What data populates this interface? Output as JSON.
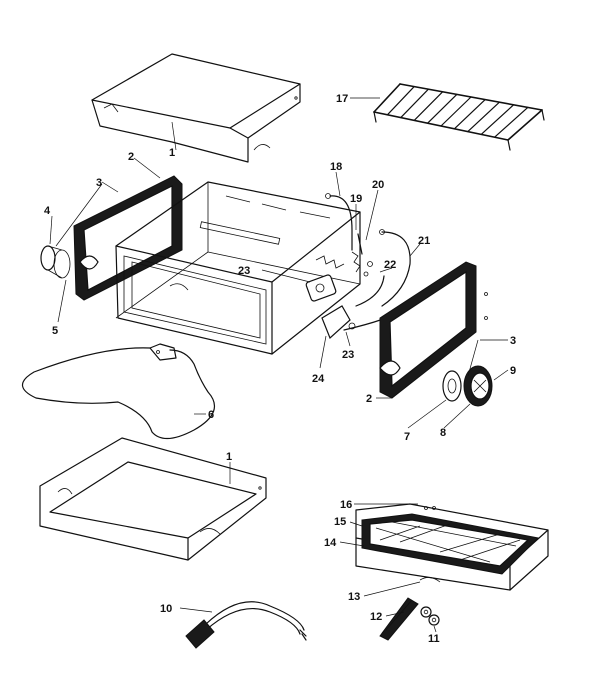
{
  "colors": {
    "ink": "#111111",
    "paper": "#ffffff"
  },
  "callouts": [
    {
      "key": "c1a",
      "text": "1"
    },
    {
      "key": "c17",
      "text": "17"
    },
    {
      "key": "c2a",
      "text": "2"
    },
    {
      "key": "c3a",
      "text": "3"
    },
    {
      "key": "c4",
      "text": "4"
    },
    {
      "key": "c5",
      "text": "5"
    },
    {
      "key": "c18",
      "text": "18"
    },
    {
      "key": "c19",
      "text": "19"
    },
    {
      "key": "c20",
      "text": "20"
    },
    {
      "key": "c21",
      "text": "21"
    },
    {
      "key": "c22",
      "text": "22"
    },
    {
      "key": "c23a",
      "text": "23"
    },
    {
      "key": "c23b",
      "text": "23"
    },
    {
      "key": "c24",
      "text": "24"
    },
    {
      "key": "c3b",
      "text": "3"
    },
    {
      "key": "c9",
      "text": "9"
    },
    {
      "key": "c2b",
      "text": "2"
    },
    {
      "key": "c7",
      "text": "7"
    },
    {
      "key": "c8",
      "text": "8"
    },
    {
      "key": "c6",
      "text": "6"
    },
    {
      "key": "c1b",
      "text": "1"
    },
    {
      "key": "c16",
      "text": "16"
    },
    {
      "key": "c15",
      "text": "15"
    },
    {
      "key": "c14",
      "text": "14"
    },
    {
      "key": "c13",
      "text": "13"
    },
    {
      "key": "c12",
      "text": "12"
    },
    {
      "key": "c11",
      "text": "11"
    },
    {
      "key": "c10",
      "text": "10"
    }
  ]
}
